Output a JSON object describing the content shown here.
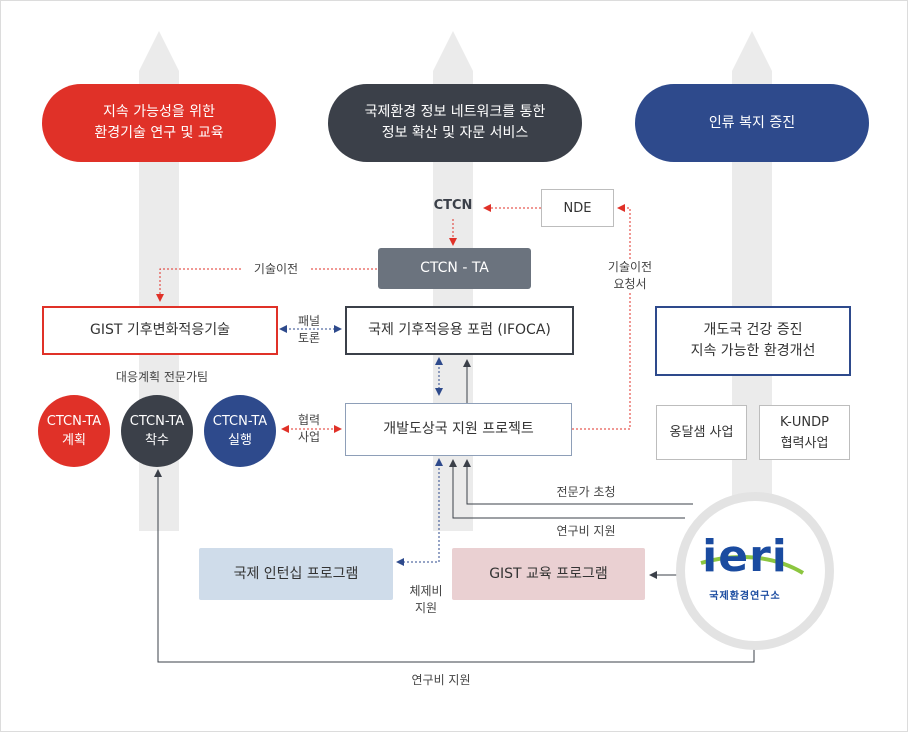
{
  "goals": {
    "left": "지속 가능성을 위한\n환경기술 연구 및 교육",
    "center": "국제환경 정보 네트워크를 통한\n정보 확산 및 자문 서비스",
    "right": "인류 복지 증진"
  },
  "nodes": {
    "ctcn": "CTCN",
    "nde": "NDE",
    "ctcn_ta": "CTCN - TA",
    "gist_tech": "GIST 기후변화적응기술",
    "ifoca": "국제 기후적응용 포럼 (IFOCA)",
    "dev_health": "개도국 건강 증진\n지속 가능한 환경개선",
    "dev_project": "개발도상국 지원 프로젝트",
    "ongdalsaem": "옹달샘 사업",
    "k_undp": "K-UNDP\n협력사업",
    "intern": "국제 인턴십 프로그램",
    "gist_edu": "GIST 교육 프로그램"
  },
  "circles": {
    "plan": "CTCN-TA\n계획",
    "start": "CTCN-TA\n착수",
    "exec": "CTCN-TA\n실행"
  },
  "labels": {
    "tech_transfer": "기술이전",
    "tech_transfer_request": "기술이전\n요청서",
    "panel_discussion": "패널\n토론",
    "expert_group": "대응계획 전문가팀",
    "cooperation": "협력\n사업",
    "expert_invite": "전문가 초청",
    "research_fund_1": "연구비 지원",
    "stay_support": "체제비\n지원",
    "research_fund_2": "연구비 지원"
  },
  "logo": {
    "mark": "ieri",
    "name": "국제환경연구소"
  },
  "colors": {
    "red": "#e03128",
    "dark": "#3b4049",
    "blue": "#2e4a8c",
    "gray_box": "#6b737e",
    "light_blue": "#cfdcea",
    "light_pink": "#ead0d2",
    "arrow_bg": "#ebebeb",
    "logo_green": "#8cc63f",
    "logo_blue": "#1a4ba0"
  }
}
